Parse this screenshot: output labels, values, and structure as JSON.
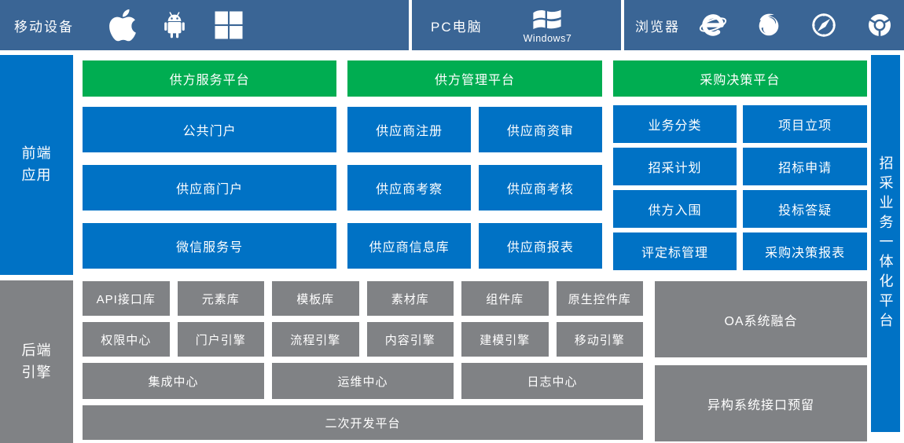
{
  "colors": {
    "topbar_bg": "#3A6595",
    "blue": "#0072C5",
    "green": "#00AD51",
    "gray": "#808285",
    "text": "#FFFFFF"
  },
  "topbar": {
    "mobile": {
      "label": "移动设备",
      "icons": [
        "apple-icon",
        "android-icon",
        "windows-icon"
      ]
    },
    "pc": {
      "label": "PC电脑",
      "icon": "windows7-icon",
      "caption": "Windows7"
    },
    "browser": {
      "label": "浏览器",
      "icons": [
        "ie-icon",
        "firefox-icon",
        "safari-icon",
        "chrome-icon"
      ]
    }
  },
  "left_rail": {
    "front_label": "前端应用",
    "back_label": "后端引擎"
  },
  "right_rail_label": "招采业务一体化平台",
  "front": {
    "col1": {
      "title": "供方服务平台",
      "items": [
        "公共门户",
        "供应商门户",
        "微信服务号"
      ]
    },
    "col2": {
      "title": "供方管理平台",
      "items": [
        "供应商注册",
        "供应商资审",
        "供应商考察",
        "供应商考核",
        "供应商信息库",
        "供应商报表"
      ]
    },
    "col3": {
      "title": "采购决策平台",
      "items": [
        "业务分类",
        "项目立项",
        "招采计划",
        "招标申请",
        "供方入围",
        "投标答疑",
        "评定标管理",
        "采购决策报表"
      ]
    }
  },
  "back": {
    "row1": [
      "API接口库",
      "元素库",
      "模板库",
      "素材库",
      "组件库",
      "原生控件库"
    ],
    "row2": [
      "权限中心",
      "门户引擎",
      "流程引擎",
      "内容引擎",
      "建模引擎",
      "移动引擎"
    ],
    "row3": [
      "集成中心",
      "运维中心",
      "日志中心"
    ],
    "row4": [
      "二次开发平台"
    ],
    "side": [
      "OA系统融合",
      "异构系统接口预留"
    ]
  }
}
